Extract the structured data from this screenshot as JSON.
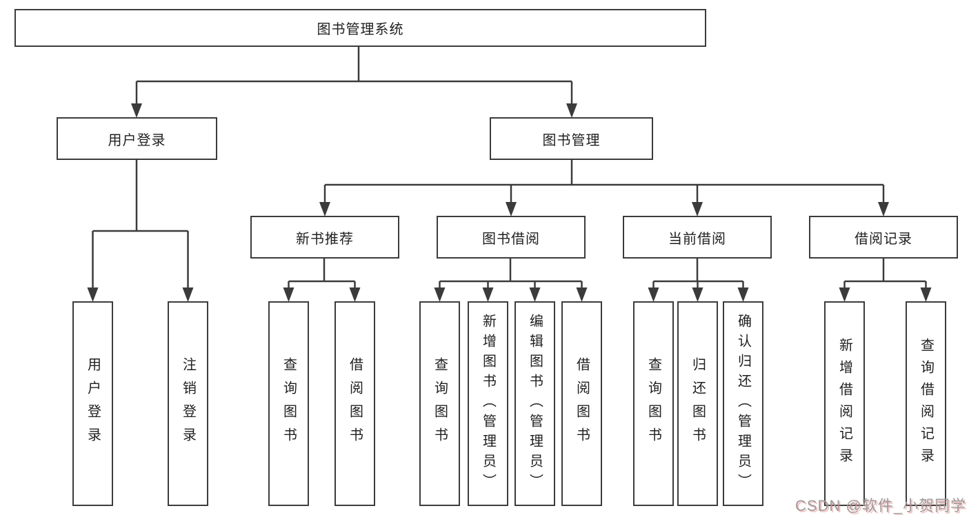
{
  "diagram_title": "图书管理系统",
  "tree": {
    "label": "图书管理系统",
    "children": [
      {
        "label": "用户登录",
        "children": [
          {
            "label": "用户登录"
          },
          {
            "label": "注销登录"
          }
        ]
      },
      {
        "label": "图书管理",
        "children": [
          {
            "label": "新书推荐",
            "children": [
              {
                "label": "查询图书"
              },
              {
                "label": "借阅图书"
              }
            ]
          },
          {
            "label": "图书借阅",
            "children": [
              {
                "label": "查询图书"
              },
              {
                "label": "新增图书（管理员）"
              },
              {
                "label": "编辑图书（管理员）"
              },
              {
                "label": "借阅图书"
              }
            ]
          },
          {
            "label": "当前借阅",
            "children": [
              {
                "label": "查询图书"
              },
              {
                "label": "归还图书"
              },
              {
                "label": "确认归还（管理员）"
              }
            ]
          },
          {
            "label": "借阅记录",
            "children": [
              {
                "label": "新增借阅记录"
              },
              {
                "label": "查询借阅记录"
              }
            ]
          }
        ]
      }
    ]
  },
  "watermark": {
    "text": "CSDN @软件_小贺同学"
  },
  "colors": {
    "background": "#ffffff",
    "line": "#3b3b3b",
    "box_border": "#3b3b3b",
    "text": "#1f1f1f",
    "watermark_text": "#9b9b9b",
    "watermark_shadow": "#e97676"
  }
}
